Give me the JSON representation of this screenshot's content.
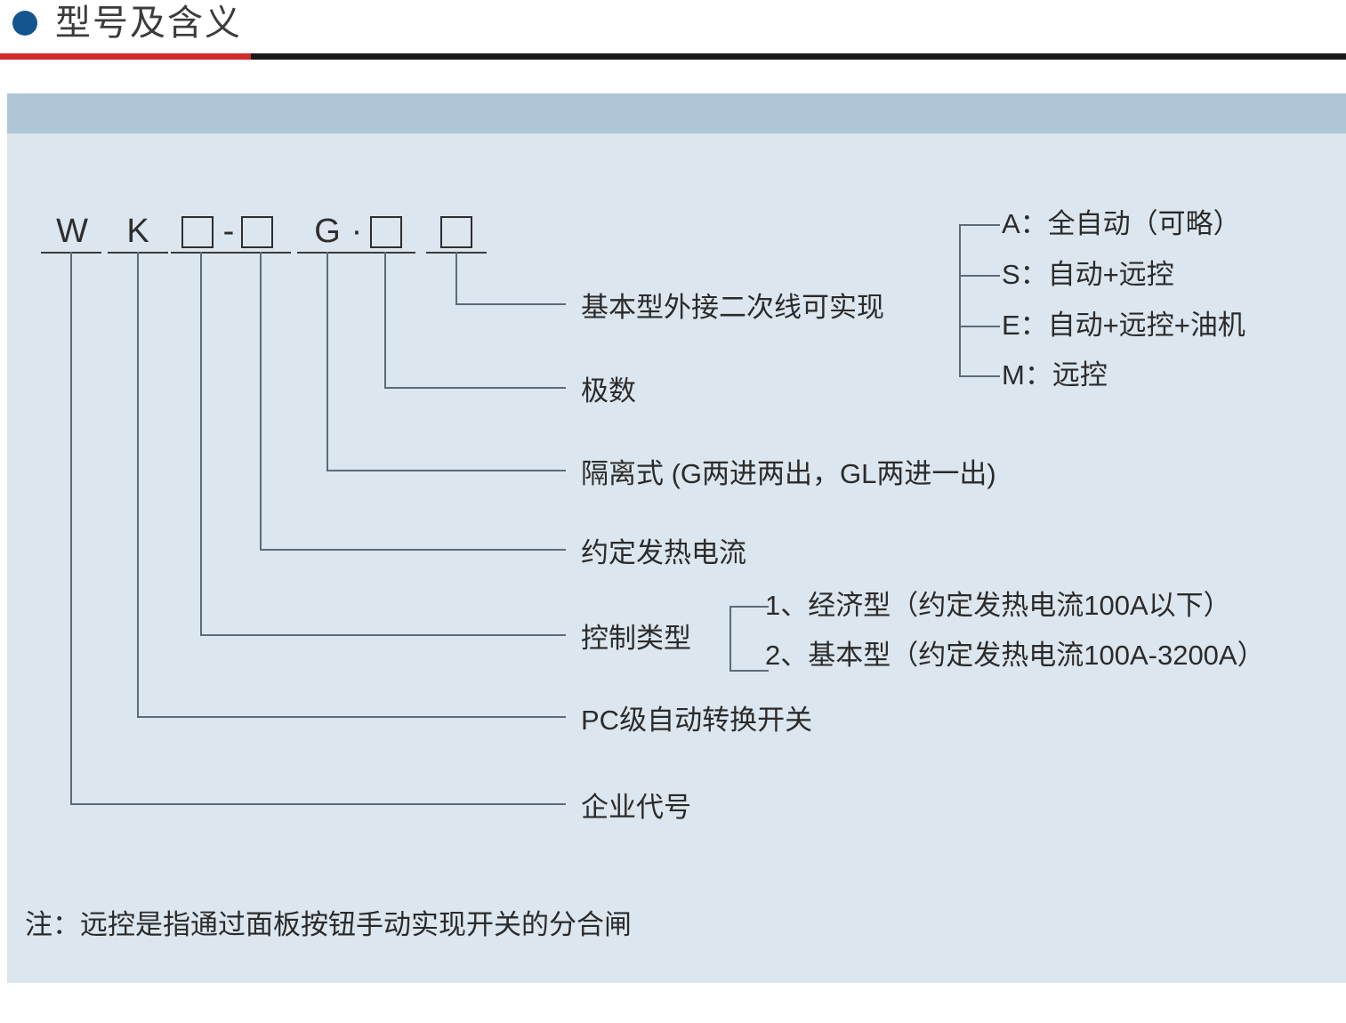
{
  "header": {
    "title": "型号及含义",
    "bullet_icon": "bullet-dot-icon",
    "accent_red": "#cf2b2b",
    "accent_dark": "#1a1a1a",
    "bullet_color": "#14558f"
  },
  "panel": {
    "band_color": "#aec6d6",
    "body_color": "#dbe6ee"
  },
  "model_code": {
    "segments": [
      {
        "text": "W",
        "type": "letter"
      },
      {
        "text": "K",
        "type": "letter"
      },
      {
        "text": "□",
        "type": "box"
      },
      {
        "text": "-",
        "type": "separator"
      },
      {
        "text": "□",
        "type": "box"
      },
      {
        "text": "G",
        "type": "letter"
      },
      {
        "text": "·",
        "type": "separator"
      },
      {
        "text": "□",
        "type": "box"
      },
      {
        "text": "□",
        "type": "box"
      }
    ]
  },
  "callouts": [
    {
      "id": "basic-type-secondary-wire",
      "label": "基本型外接二次线可实现"
    },
    {
      "id": "pole-count",
      "label": "极数"
    },
    {
      "id": "isolation-type",
      "label": "隔离式 (G两进两出，GL两进一出)"
    },
    {
      "id": "rated-thermal-current",
      "label": "约定发热电流"
    },
    {
      "id": "control-type",
      "label": "控制类型"
    },
    {
      "id": "pc-class-ats",
      "label": "PC级自动转换开关"
    },
    {
      "id": "enterprise-code",
      "label": "企业代号"
    }
  ],
  "function_options": [
    {
      "code": "A",
      "label": "A：全自动（可略）"
    },
    {
      "code": "S",
      "label": "S：自动+远控"
    },
    {
      "code": "E",
      "label": "E：自动+远控+油机"
    },
    {
      "code": "M",
      "label": "M：远控"
    }
  ],
  "control_type_options": [
    {
      "index": "1",
      "label": "1、经济型（约定发热电流100A以下）"
    },
    {
      "index": "2",
      "label": "2、基本型（约定发热电流100A-3200A）"
    }
  ],
  "footnote": {
    "text": "注：远控是指通过面板按钮手动实现开关的分合闸"
  }
}
